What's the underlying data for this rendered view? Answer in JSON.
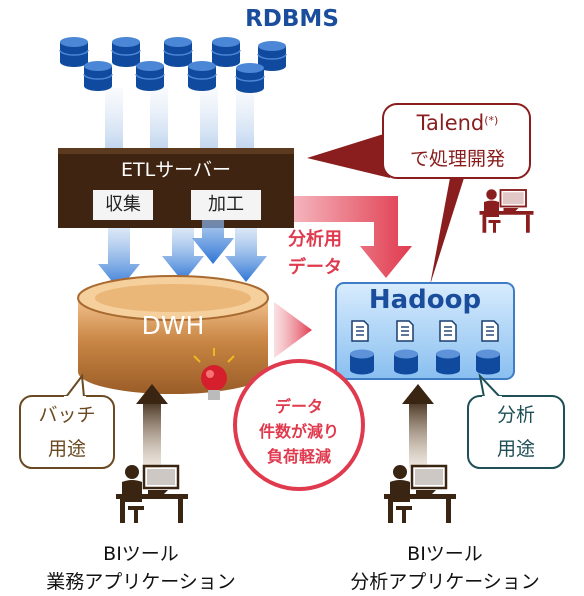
{
  "diagram": {
    "rdbms_label": "RDBMS",
    "etl": {
      "title": "ETLサーバー",
      "collect_label": "収集",
      "process_label": "加工"
    },
    "talend": {
      "name": "Talend",
      "mark": "(*)",
      "note": "で処理開発"
    },
    "analysis_data_label": [
      "分析用",
      "データ"
    ],
    "dwh_label": "DWH",
    "hadoop_label": "Hadoop",
    "reduction_note": [
      "データ",
      "件数が減り",
      "負荷軽減"
    ],
    "batch_callout": [
      "バッチ",
      "用途"
    ],
    "analysis_callout": [
      "分析",
      "用途"
    ],
    "bi_business": [
      "BIツール",
      "業務アプリケーション"
    ],
    "bi_analysis": [
      "BIツール",
      "分析アプリケーション"
    ],
    "colors": {
      "rdbms_blue": "#0f4a9e",
      "etl_brown": "#3e2411",
      "dwh_orange": "#c07a3c",
      "hadoop_blue": "#a7d3f7",
      "accent_red": "#e03a4e",
      "talend_red": "#8a1e1e"
    },
    "icons": [
      "database-icon",
      "document-icon",
      "worker-icon",
      "lightbulb-icon"
    ]
  }
}
